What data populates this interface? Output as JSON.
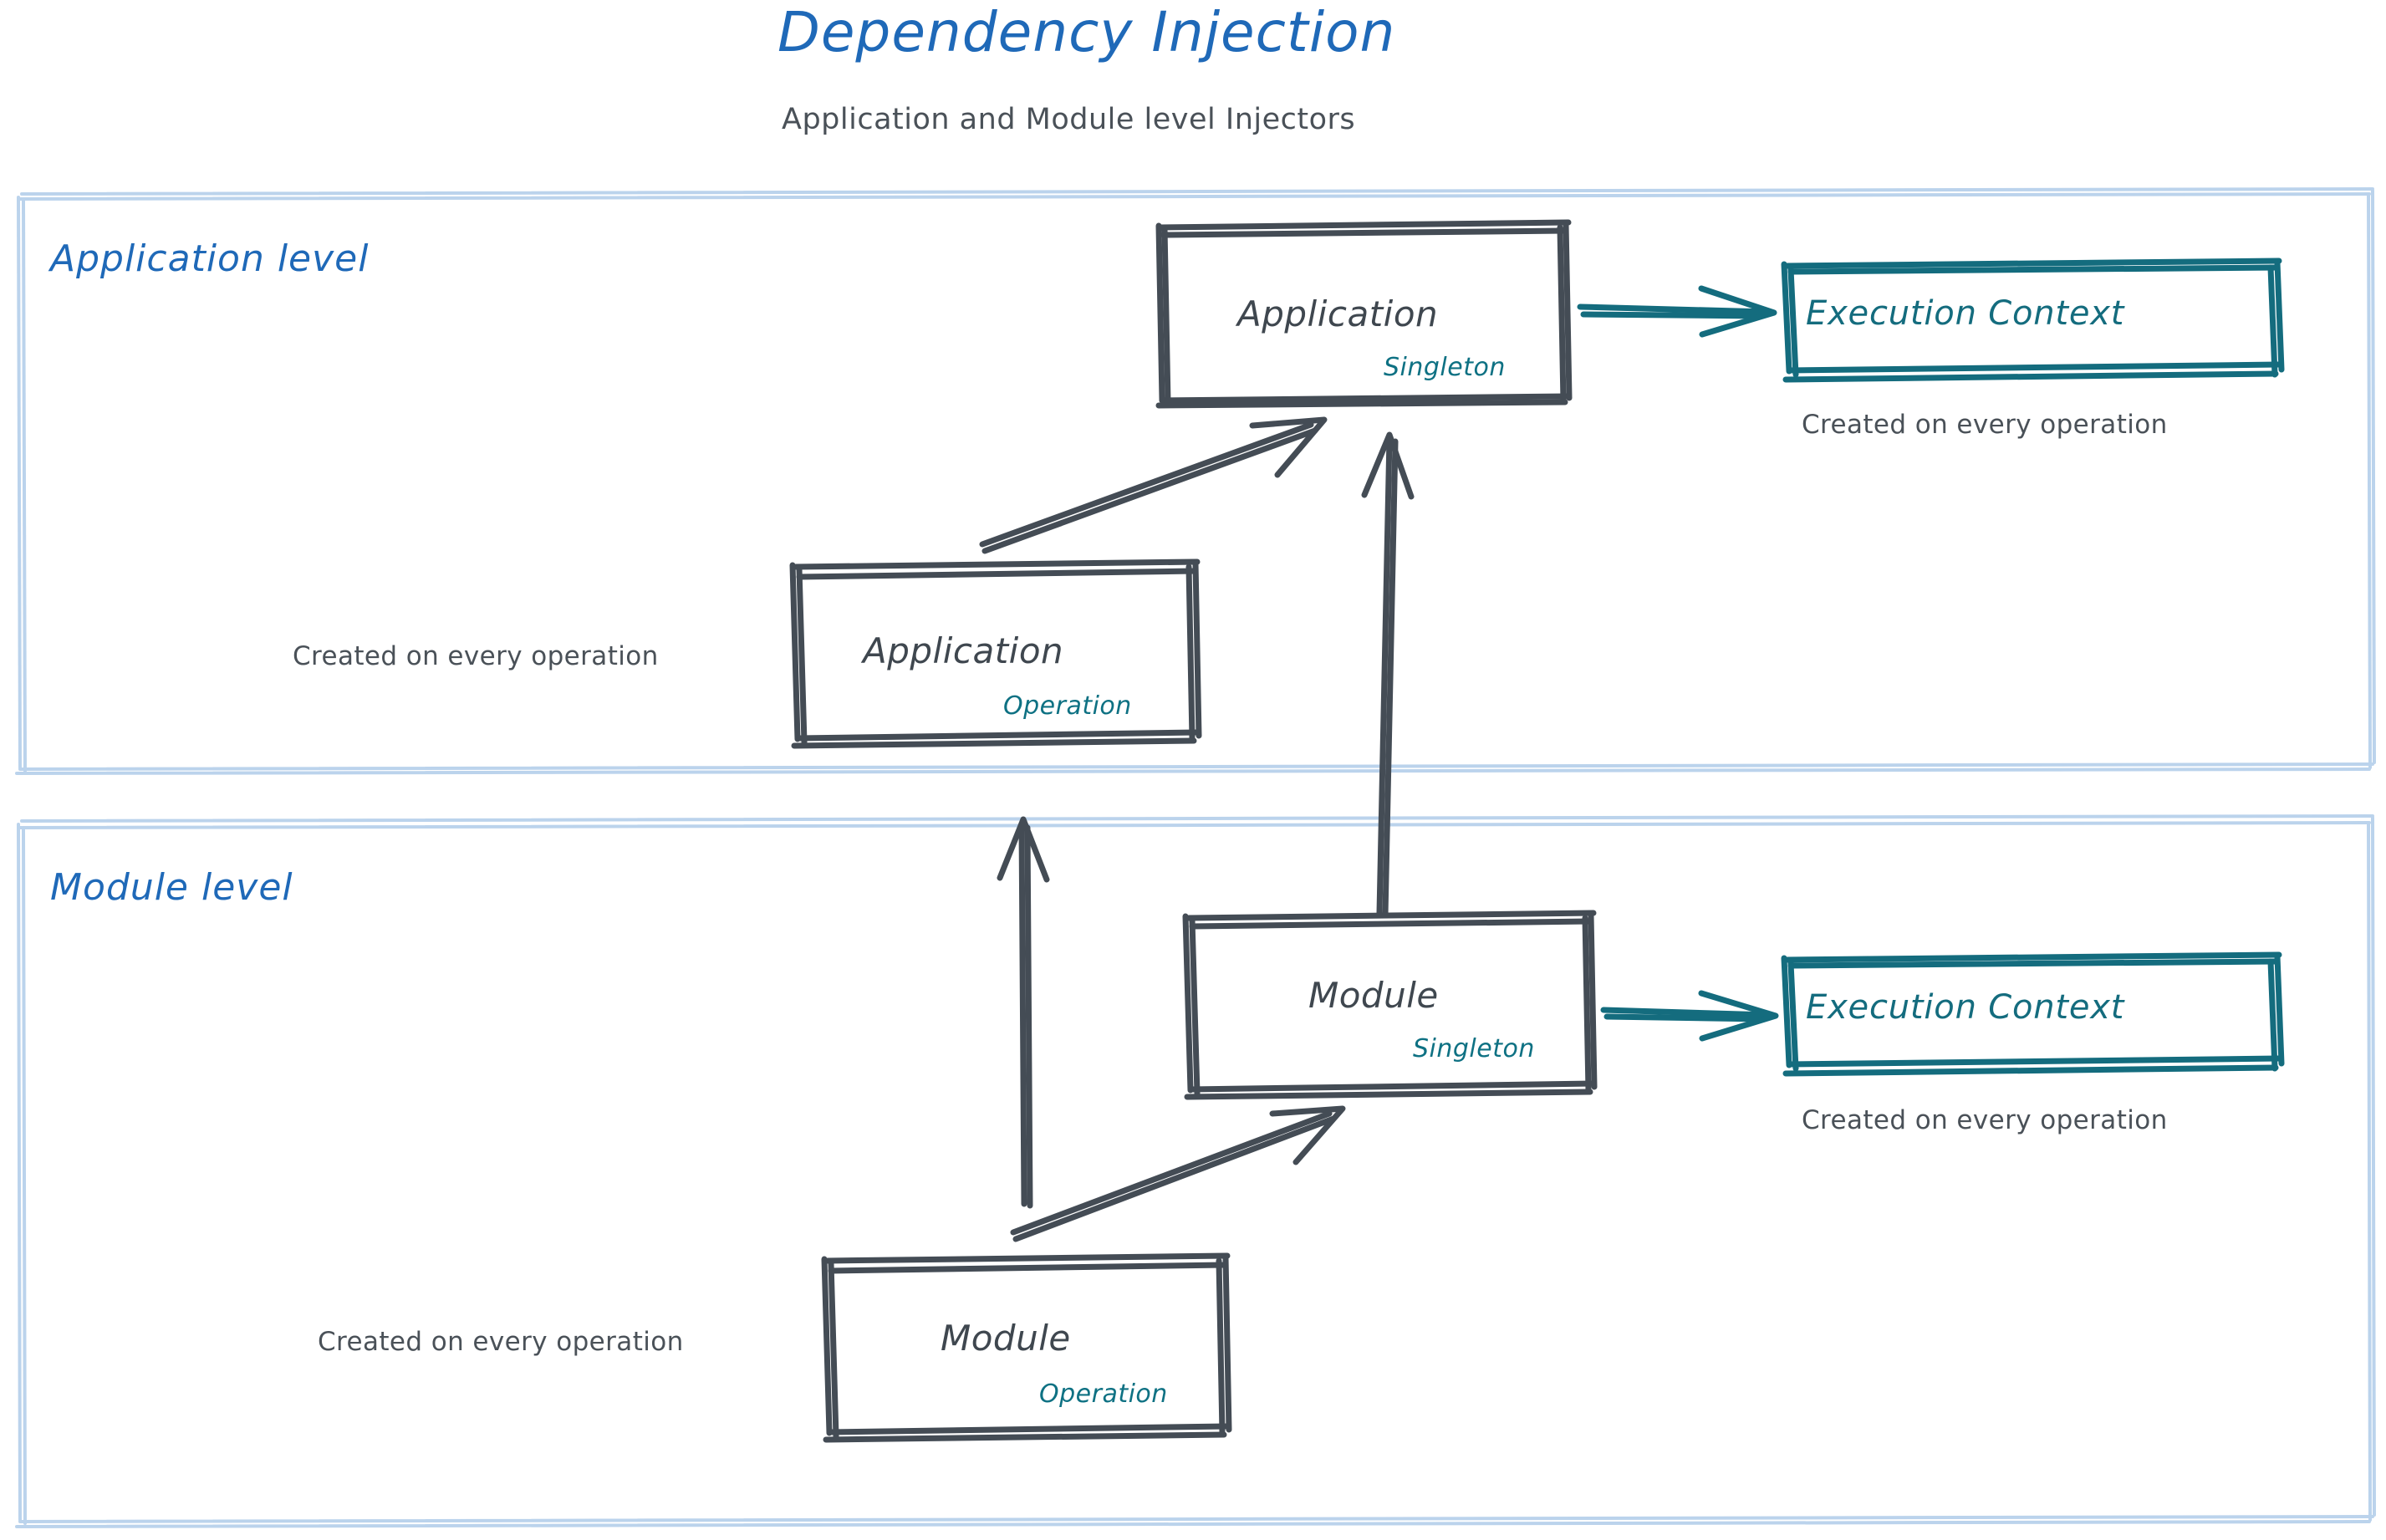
{
  "header": {
    "title": "Dependency Injection",
    "subtitle": "Application and Module level Injectors",
    "title_color": "#1F69B8",
    "subtitle_color": "#4A5158"
  },
  "colors": {
    "accent_blue": "#1F69B8",
    "panel_border": "#BBD3EC",
    "node_stroke": "#444C55",
    "teal": "#146C7E",
    "ink": "#4A5158"
  },
  "panels": [
    {
      "id": "application-level",
      "label": "Application level"
    },
    {
      "id": "module-level",
      "label": "Module level"
    }
  ],
  "nodes": {
    "app_singleton": {
      "name": "Application",
      "scope": "Singleton"
    },
    "app_operation": {
      "name": "Application",
      "scope": "Operation"
    },
    "module_singleton": {
      "name": "Module",
      "scope": "Singleton"
    },
    "module_operation": {
      "name": "Module",
      "scope": "Operation"
    },
    "exec_ctx_app": {
      "name": "Execution Context"
    },
    "exec_ctx_module": {
      "name": "Execution Context"
    }
  },
  "captions": {
    "app_exec_ctx": "Created on every operation",
    "app_operation": "Created on every operation",
    "module_exec_ctx": "Created on every operation",
    "module_operation": "Created on every operation"
  },
  "edges": [
    {
      "from": "app_singleton",
      "to": "exec_ctx_app",
      "style": "teal-arrow"
    },
    {
      "from": "app_operation",
      "to": "app_singleton",
      "style": "dark-arrow"
    },
    {
      "from": "module_singleton",
      "to": "app_singleton",
      "style": "dark-arrow"
    },
    {
      "from": "module_operation",
      "to": "app_operation",
      "style": "dark-arrow"
    },
    {
      "from": "module_operation",
      "to": "module_singleton",
      "style": "dark-arrow"
    },
    {
      "from": "module_singleton",
      "to": "exec_ctx_module",
      "style": "teal-arrow"
    }
  ]
}
